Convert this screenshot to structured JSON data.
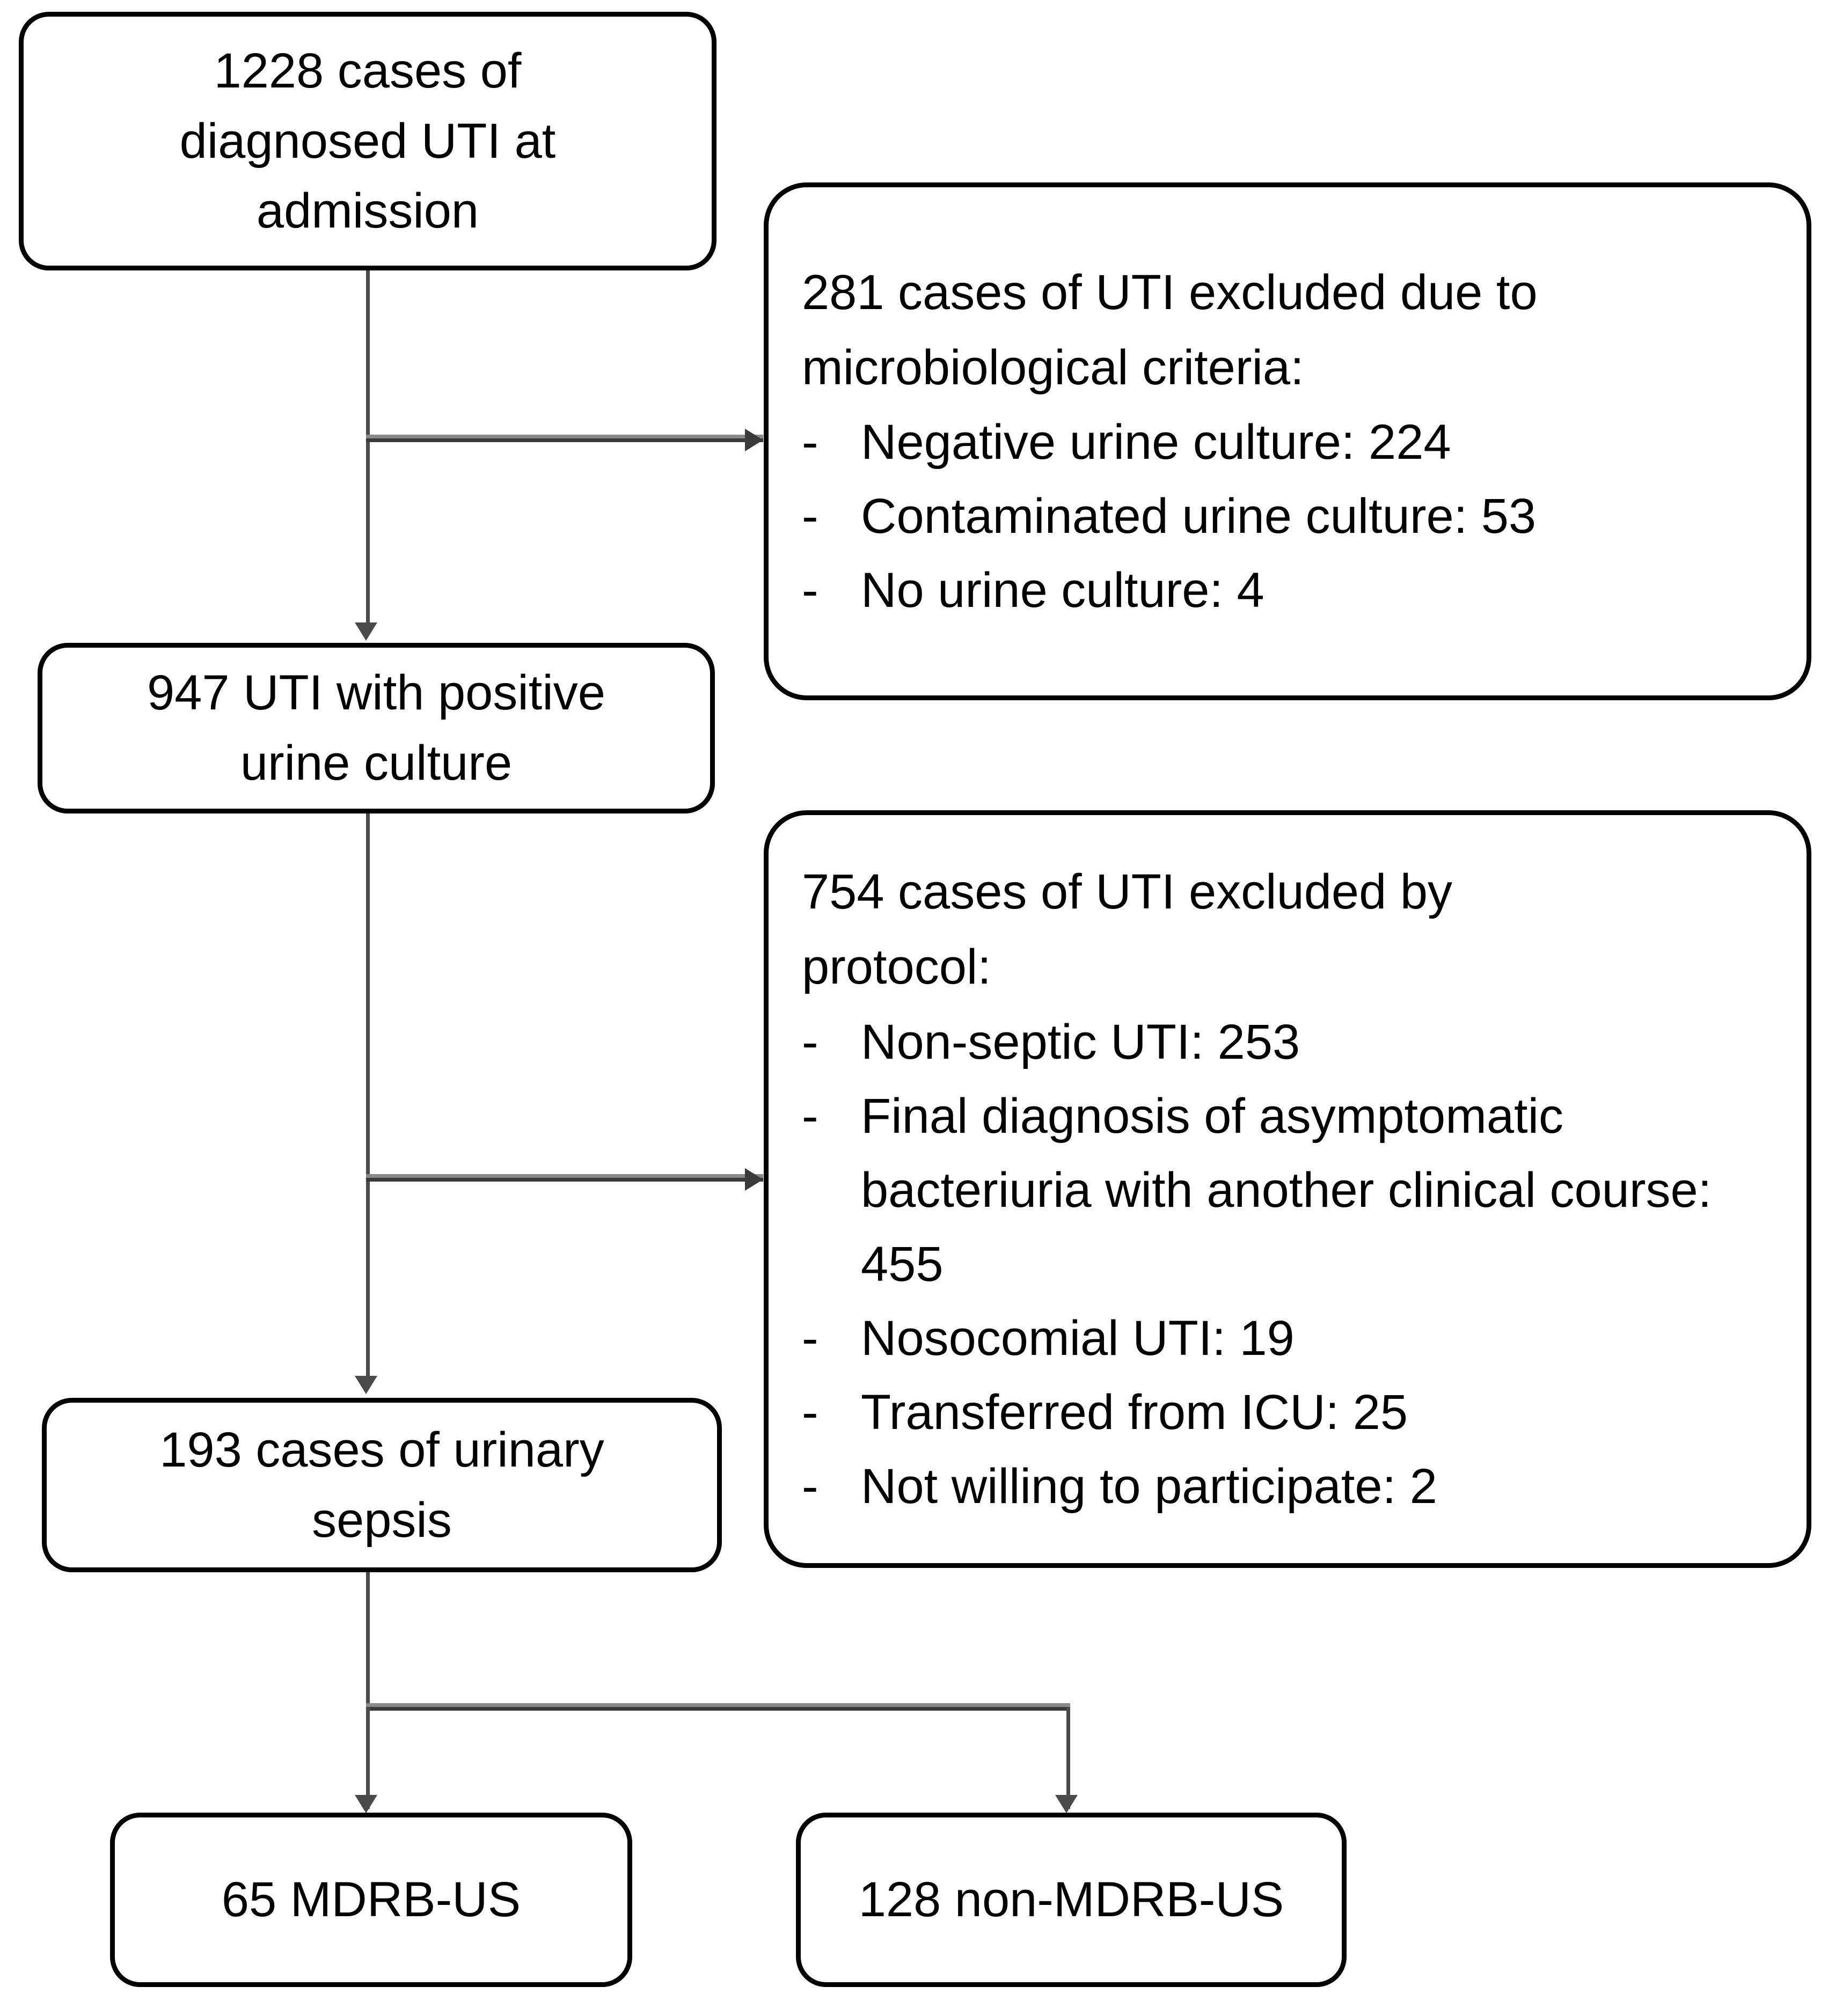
{
  "diagram": {
    "title": "UTI study patient flow diagram",
    "type": "flowchart",
    "colors": {
      "box_border": "#000000",
      "box_fill": "#ffffff",
      "connector": "#4a4a4a",
      "text": "#000000"
    }
  },
  "nodes": {
    "start": {
      "id": "start",
      "label": "1228 cases of\ndiagnosed UTI at\nadmission",
      "count": 1228
    },
    "positive_culture": {
      "id": "positive_culture",
      "label": "947 UTI with positive\nurine culture",
      "count": 947
    },
    "urinary_sepsis": {
      "id": "urinary_sepsis",
      "label": "193 cases of urinary\nsepsis",
      "count": 193
    },
    "mdrb": {
      "id": "mdrb",
      "label": "65 MDRB-US",
      "count": 65
    },
    "non_mdrb": {
      "id": "non_mdrb",
      "label": "128 non-MDRB-US",
      "count": 128
    }
  },
  "exclusions": {
    "micro": {
      "id": "exclusion_microbiological",
      "heading": "281 cases of UTI excluded due to\nmicrobiological criteria:",
      "count": 281,
      "dash": "-",
      "items": [
        {
          "label": "Negative urine culture: 224",
          "value": 224
        },
        {
          "label": "Contaminated urine culture: 53",
          "value": 53
        },
        {
          "label": "No urine culture: 4",
          "value": 4
        }
      ]
    },
    "protocol": {
      "id": "exclusion_protocol",
      "heading": " 754 cases of UTI excluded by\nprotocol:",
      "count": 754,
      "dash": "-",
      "items": [
        {
          "label": "Non-septic UTI: 253",
          "value": 253
        },
        {
          "label": "Final diagnosis of asymptomatic bacteriuria with another clinical course: 455",
          "value": 455
        },
        {
          "label": "Nosocomial UTI: 19",
          "value": 19
        },
        {
          "label": "Transferred from ICU: 25",
          "value": 25
        },
        {
          "label": "Not willing to participate: 2",
          "value": 2
        }
      ]
    }
  }
}
